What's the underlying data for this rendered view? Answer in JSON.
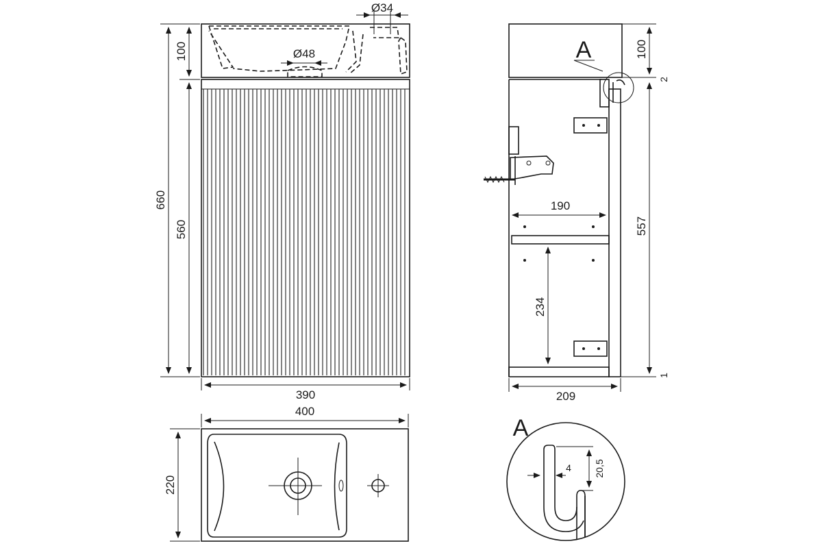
{
  "front_view": {
    "dims": {
      "basin_height": "100",
      "total_height": "660",
      "cabinet_height": "560",
      "width": "390",
      "drain_dia": "Ø48",
      "tap_dia": "Ø34"
    }
  },
  "side_view": {
    "callout": "A",
    "dims": {
      "top_height": "100",
      "inner_depth": "190",
      "right_height": "557",
      "shelf_gap": "234",
      "depth": "209",
      "ref_top": "2",
      "ref_bottom": "1"
    }
  },
  "top_view": {
    "dims": {
      "width": "400",
      "depth": "220"
    }
  },
  "detail": {
    "label": "A",
    "dims": {
      "thickness": "4",
      "height": "20,5"
    }
  }
}
